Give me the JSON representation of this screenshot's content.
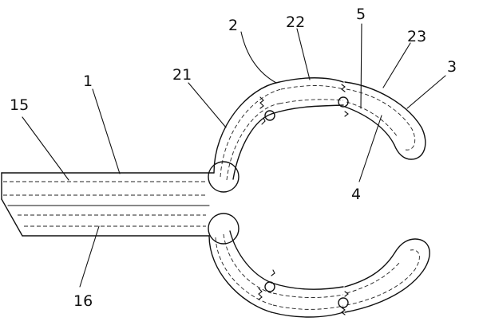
{
  "labels": {
    "l1": "1",
    "l2": "2",
    "l3": "3",
    "l4": "4",
    "l5": "5",
    "l15": "15",
    "l16": "16",
    "l21": "21",
    "l22": "22",
    "l23": "23"
  }
}
